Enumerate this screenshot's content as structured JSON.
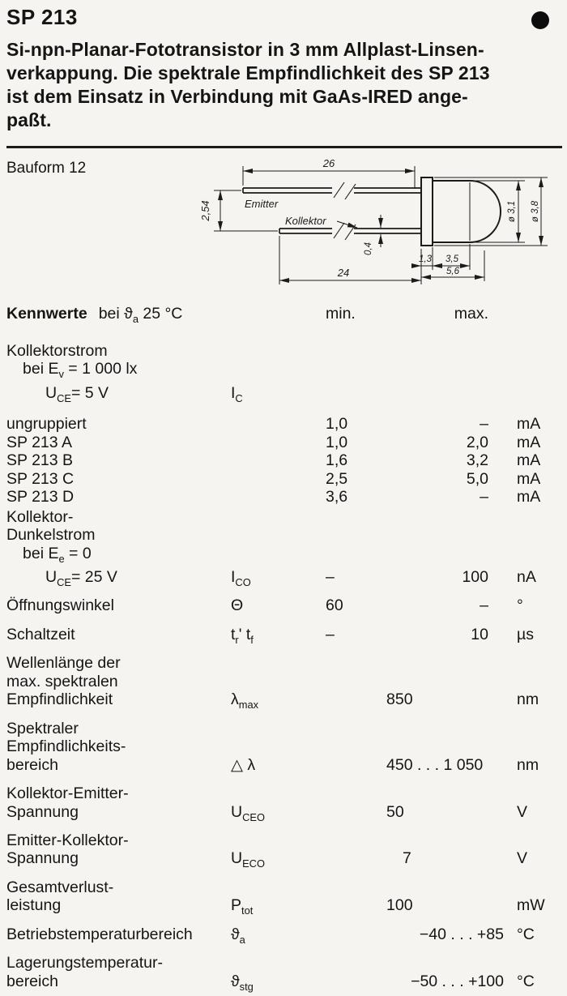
{
  "title": "SP 213",
  "intro_lines": [
    "Si-npn-Planar-Fototransistor in 3 mm Allplast-Linsen-",
    "verkappung. Die spektrale Empfindlichkeit des SP 213",
    "ist dem Einsatz in Verbindung mit GaAs-IRED ange-",
    "paßt."
  ],
  "drawing": {
    "caption": "Bauform 12",
    "labels": {
      "len26": "26",
      "pitch": "2,54",
      "emitter": "Emitter",
      "kollektor": "Kollektor",
      "lead_dia": "0,4",
      "len24": "24",
      "dim13": "1,3",
      "dim35": "3,5",
      "dim56": "5,6",
      "dia31": "ø 3,1",
      "dia38": "ø 3,8"
    }
  },
  "table": {
    "head": {
      "kennwerte": "Kennwerte",
      "cond_pre": "bei ",
      "theta": "ϑ",
      "theta_sub": "a",
      "cond_post": " 25 °C",
      "min": "min.",
      "max": "max."
    },
    "kollektorstrom": {
      "title": "Kollektorstrom",
      "cond1_pre": "bei E",
      "cond1_sub": "v",
      "cond1_post": " = 1 000 lx",
      "cond2_pre": "U",
      "cond2_sub": "CE",
      "cond2_post": "= 5 V",
      "sym": "I",
      "sym_sub": "C",
      "variants": [
        {
          "name": "ungruppiert",
          "min": "1,0",
          "max": "–",
          "unit": "mA"
        },
        {
          "name": "SP 213 A",
          "min": "1,0",
          "max": "2,0",
          "unit": "mA"
        },
        {
          "name": "SP 213 B",
          "min": "1,6",
          "max": "3,2",
          "unit": "mA"
        },
        {
          "name": "SP 213 C",
          "min": "2,5",
          "max": "5,0",
          "unit": "mA"
        },
        {
          "name": "SP 213 D",
          "min": "3,6",
          "max": "–",
          "unit": "mA"
        }
      ]
    },
    "dunkelstrom": {
      "title1": "Kollektor-",
      "title2": "Dunkelstrom",
      "cond1_pre": "bei E",
      "cond1_sub": "e",
      "cond1_post": " = 0",
      "cond2_pre": "U",
      "cond2_sub": "CE",
      "cond2_post": "= 25 V",
      "sym": "I",
      "sym_sub": "CO",
      "min": "–",
      "max": "100",
      "unit": "nA"
    },
    "params": [
      {
        "line1": "Öffnungswinkel",
        "sym": "Θ",
        "sym_sub": "",
        "min": "60",
        "max": "–",
        "unit": "°"
      },
      {
        "line1": "Schaltzeit",
        "sym": "t",
        "sym_sub": "r",
        "sep": "' ",
        "sym2": "t",
        "sym2_sub": "f",
        "min": "–",
        "max": "10",
        "unit": "µs"
      },
      {
        "line1": "Wellenlänge der",
        "line2": "max. spektralen",
        "line3": "Empfindlichkeit",
        "sym": "λ",
        "sym_sub": "max",
        "value": "850",
        "unit": "nm"
      },
      {
        "line1": "Spektraler",
        "line2": "Empfindlichkeits-",
        "line3": "bereich",
        "sym": "△ λ",
        "sym_sub": "",
        "value": "450 . . . 1 050",
        "unit": "nm"
      },
      {
        "line1": "Kollektor-Emitter-",
        "line2": "Spannung",
        "sym": "U",
        "sym_sub": "CEO",
        "value": "50",
        "unit": "V"
      },
      {
        "line1": "Emitter-Kollektor-",
        "line2": "Spannung",
        "sym": "U",
        "sym_sub": "ECO",
        "value": "7",
        "unit": "V"
      },
      {
        "line1": "Gesamtverlust-",
        "line2": "leistung",
        "sym": "P",
        "sym_sub": "tot",
        "value": "100",
        "unit": "mW"
      },
      {
        "line1": "Betriebstemperaturbereich",
        "sym": "ϑ",
        "sym_sub": "a",
        "value": "−40 . . . +85",
        "unit": "°C"
      },
      {
        "line1": "Lagerungstemperatur-",
        "line2": "bereich",
        "sym": "ϑ",
        "sym_sub": "stg",
        "value": "−50 . . . +100",
        "unit": "°C"
      }
    ]
  }
}
